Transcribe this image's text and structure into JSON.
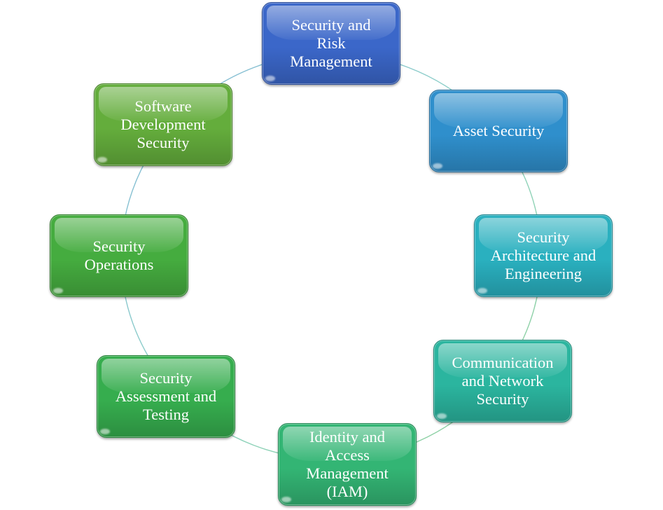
{
  "diagram": {
    "nodes": [
      {
        "id": "n1",
        "label": "Security and\nRisk\nManagement",
        "color": "#3b67c9"
      },
      {
        "id": "n2",
        "label": "Asset Security",
        "color": "#2f8fcc"
      },
      {
        "id": "n3",
        "label": "Security\nArchitecture and\nEngineering",
        "color": "#2ab0bf"
      },
      {
        "id": "n4",
        "label": "Communication\nand Network\nSecurity",
        "color": "#2bb59f"
      },
      {
        "id": "n5",
        "label": "Identity and\nAccess\nManagement\n(IAM)",
        "color": "#33b574"
      },
      {
        "id": "n6",
        "label": "Security\nAssessment and\nTesting",
        "color": "#36ad4e"
      },
      {
        "id": "n7",
        "label": "Security\nOperations",
        "color": "#45ac3f"
      },
      {
        "id": "n8",
        "label": "Software\nDevelopment\nSecurity",
        "color": "#64ad3c"
      }
    ]
  }
}
